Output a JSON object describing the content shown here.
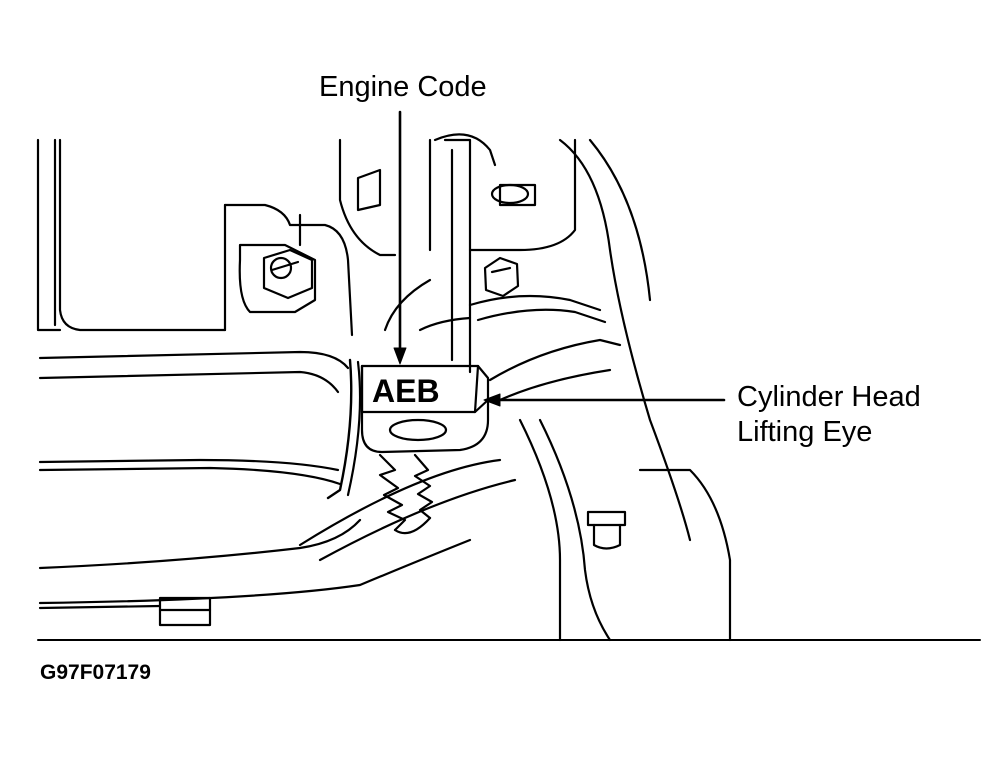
{
  "callouts": {
    "engine_code": "Engine Code",
    "lifting_eye_line1": "Cylinder Head",
    "lifting_eye_line2": "Lifting Eye"
  },
  "stamp_text": "AEB",
  "figure_id": "G97F07179"
}
